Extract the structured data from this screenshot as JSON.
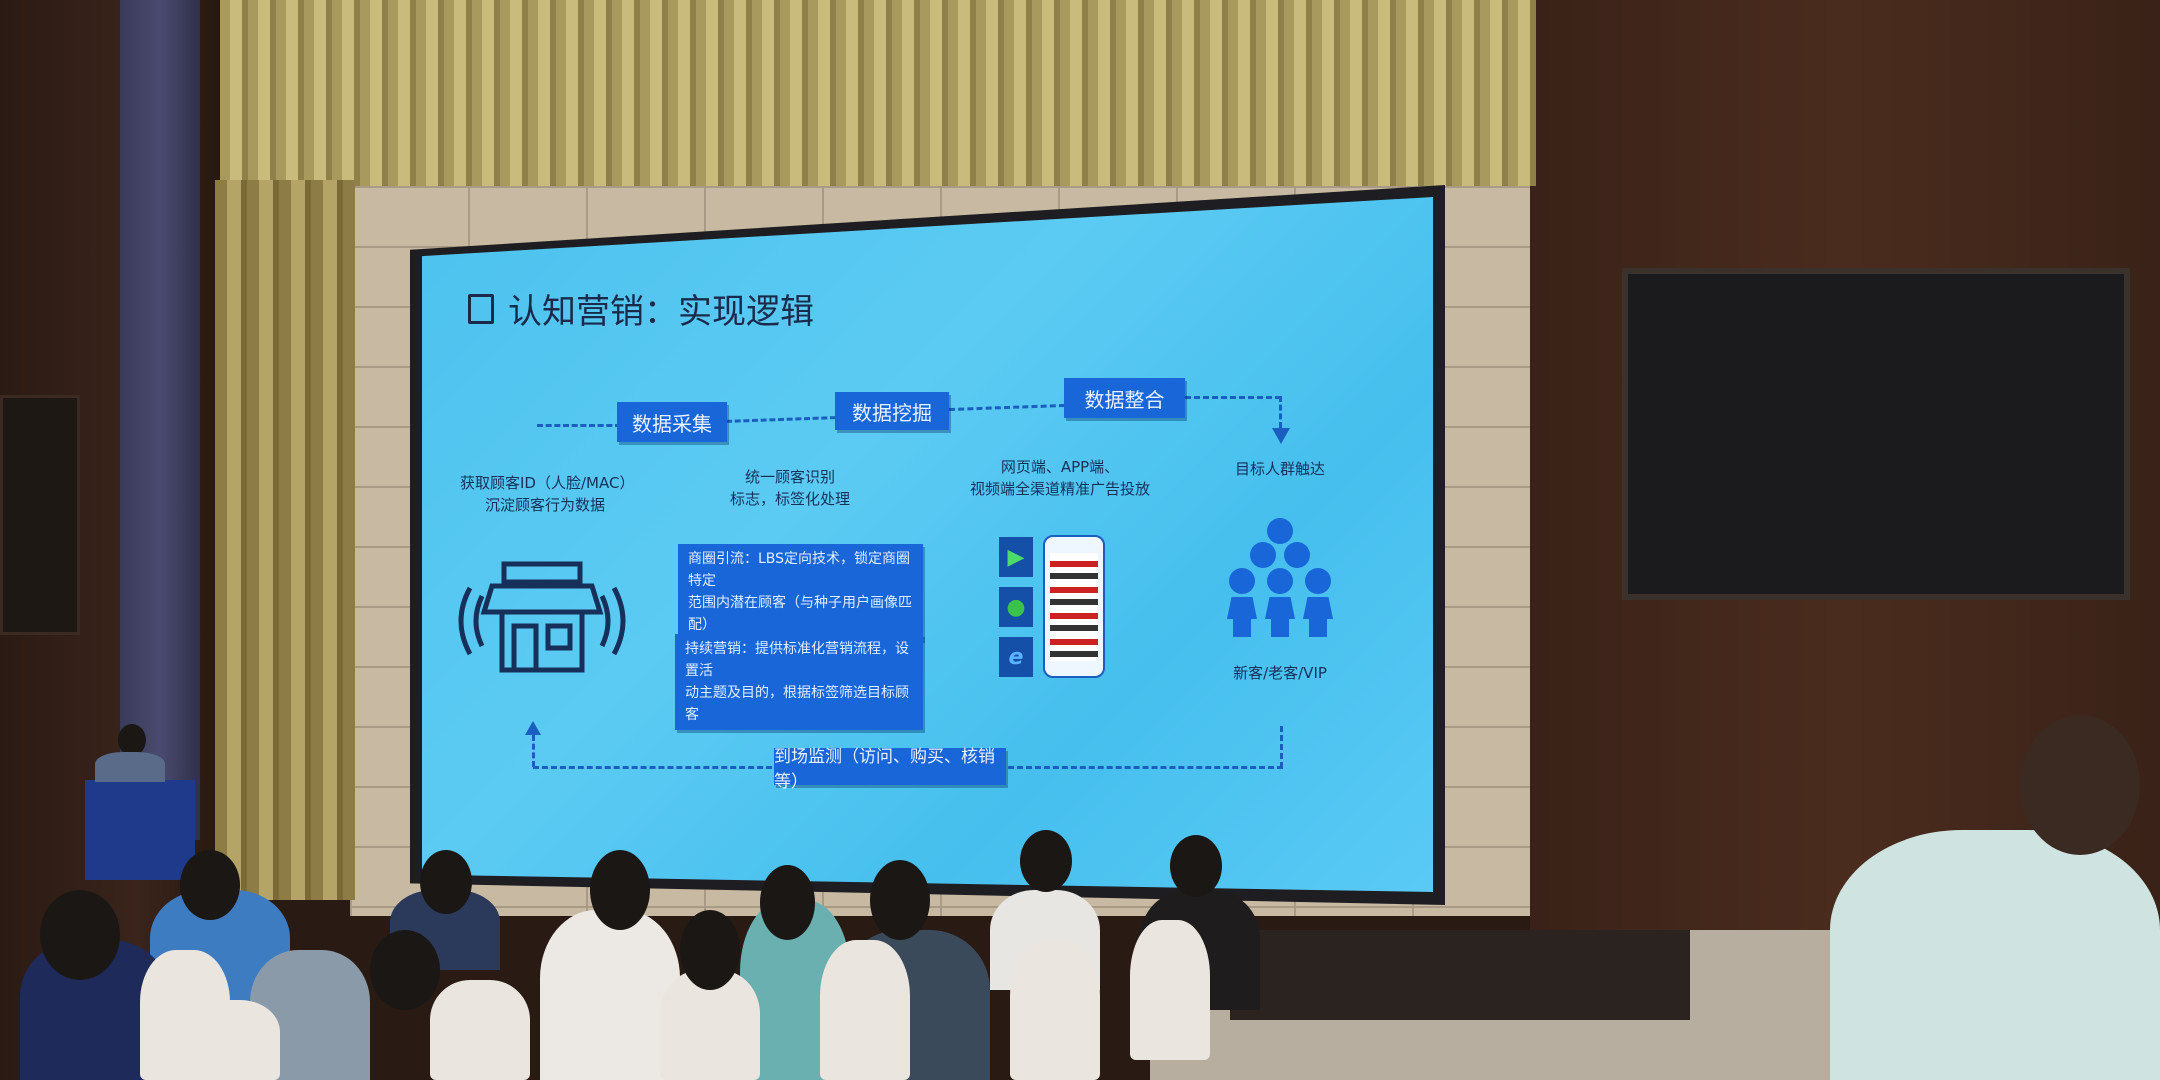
{
  "slide": {
    "title": "认知营销：实现逻辑",
    "steps": [
      "数据采集",
      "数据挖掘",
      "数据整合"
    ],
    "captions": {
      "collect": [
        "获取顾客ID（人脸/MAC）",
        "沉淀顾客行为数据"
      ],
      "mine": [
        "统一顾客识别",
        "标志，标签化处理"
      ],
      "integrate": [
        "网页端、APP端、",
        "视频端全渠道精准广告投放"
      ],
      "target": "目标人群触达",
      "segments": "新客/老客/VIP"
    },
    "info_boxes": [
      [
        "商圈引流：LBS定向技术，锁定商圈特定",
        "范围内潜在顾客（与种子用户画像匹配）"
      ],
      [
        "持续营销：提供标准化营销流程，设置活",
        "动主题及目的，根据标签筛选目标顾客"
      ]
    ],
    "feedback": "到场监测（访问、购买、核销等）",
    "colors": {
      "screen": "#4cc2ee",
      "box": "#1866d8",
      "text": "#16305a"
    }
  }
}
